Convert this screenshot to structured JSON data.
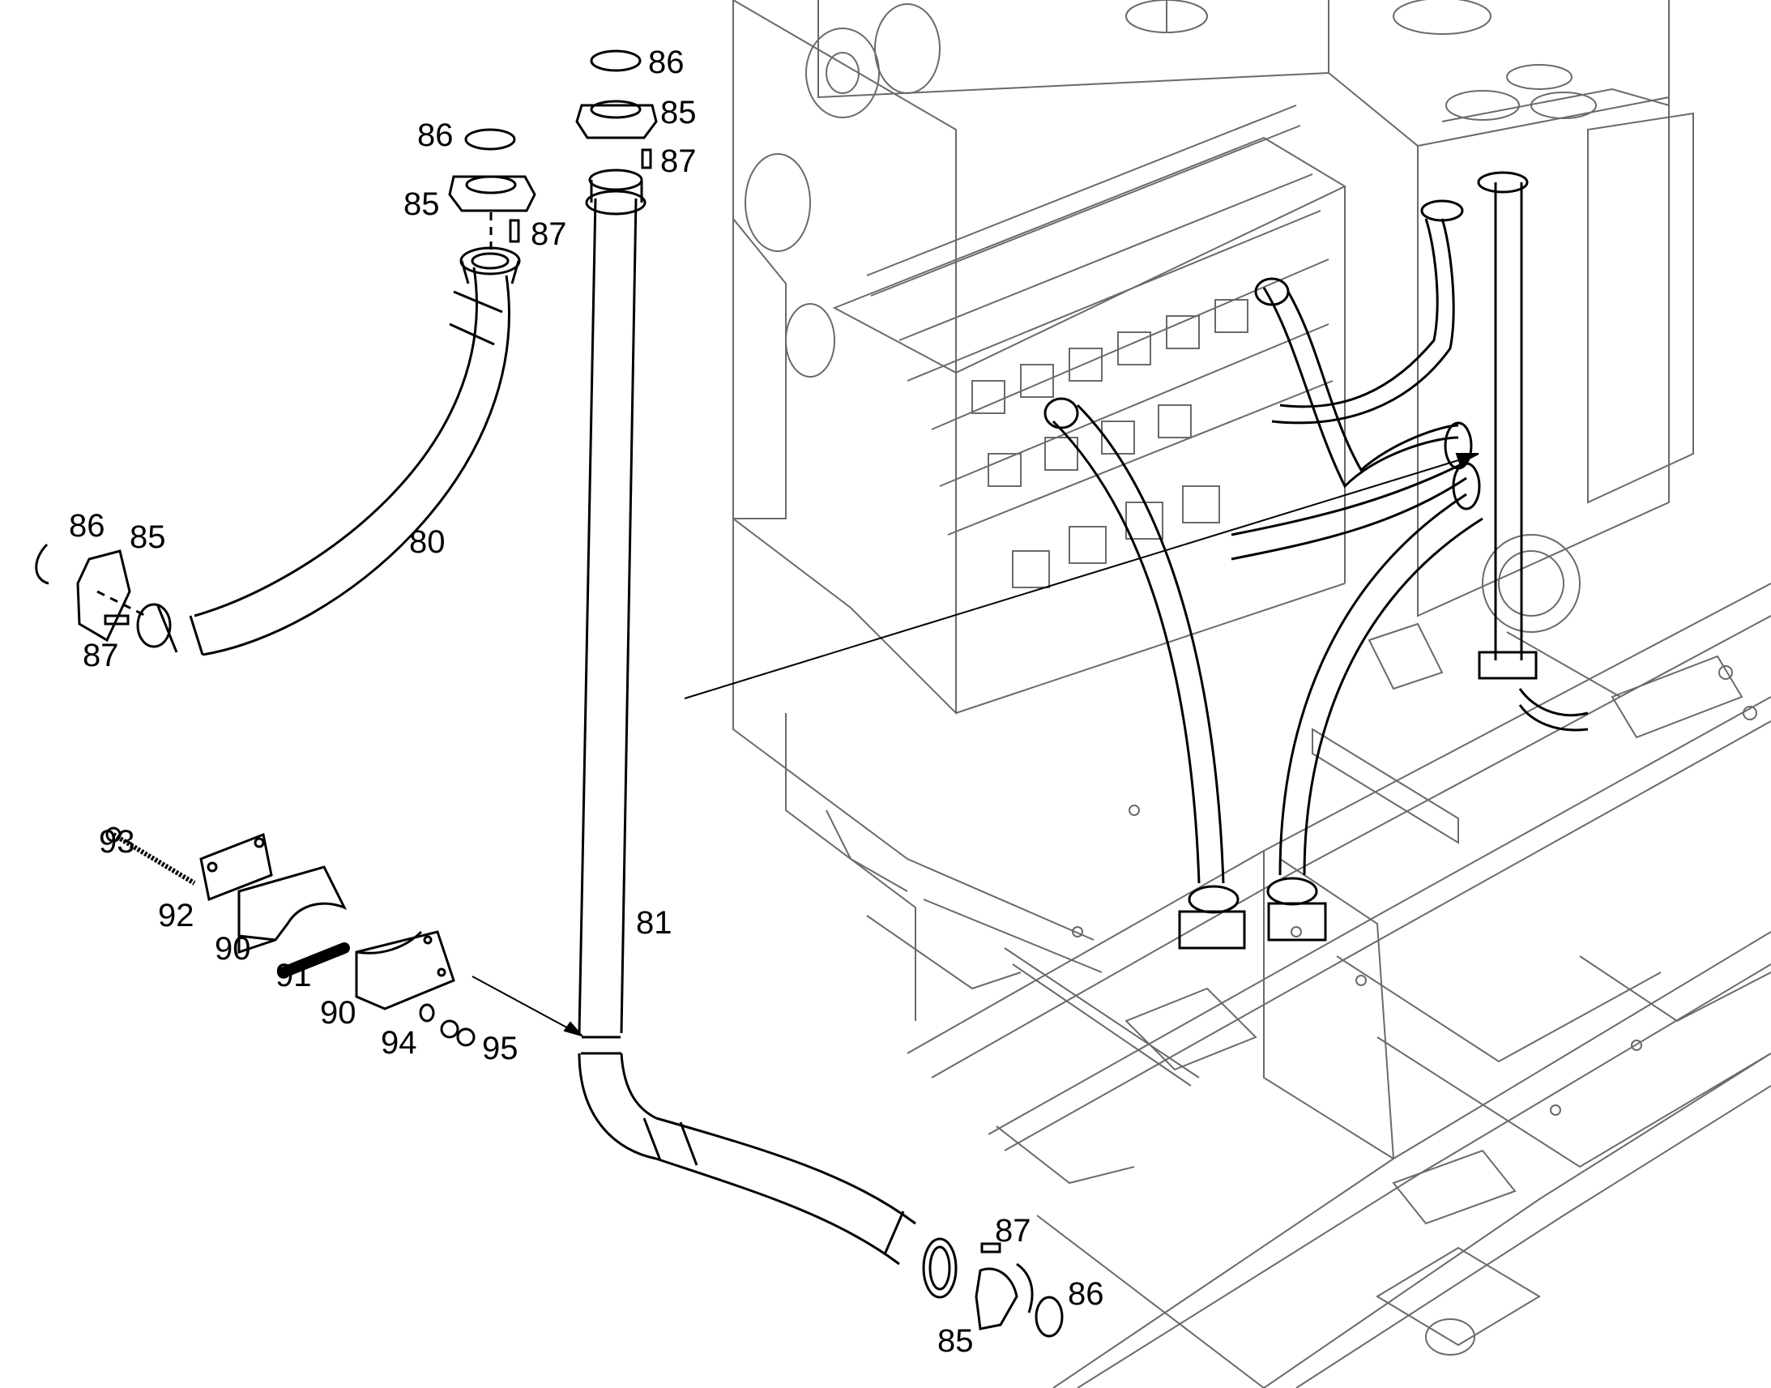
{
  "colors": {
    "ink": "#000000",
    "background_machinery": "#6a6a6a",
    "paper": "#ffffff"
  },
  "callouts": {
    "hose_80": "80",
    "pipe_81": "81",
    "clamp_85": "85",
    "o_ring_86": "86",
    "screw_87": "87",
    "clamp_half_90": "90",
    "sleeve_91": "91",
    "plate_92": "92",
    "bolt_93": "93",
    "washer_94": "94",
    "nut_95": "95"
  }
}
